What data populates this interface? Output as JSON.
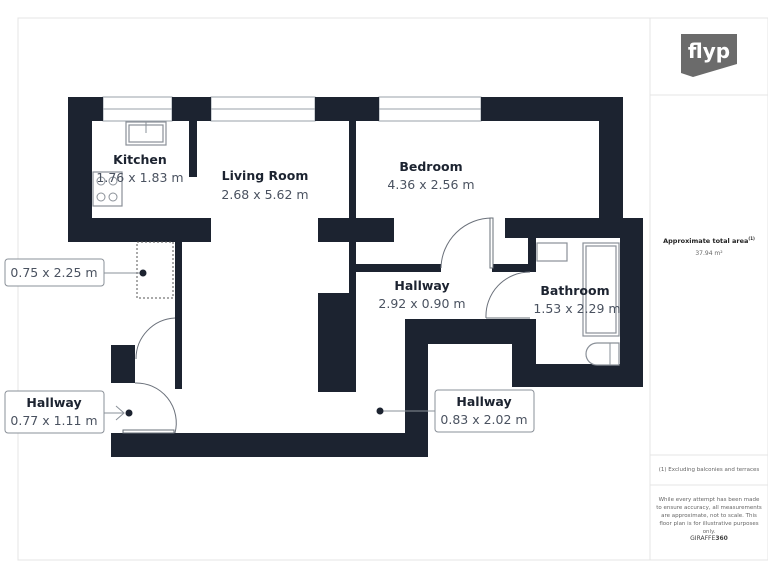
{
  "rooms": {
    "kitchen": {
      "name": "Kitchen",
      "dims": "1.76 x 1.83 m"
    },
    "living_room": {
      "name": "Living Room",
      "dims": "2.68 x 5.62 m"
    },
    "bedroom": {
      "name": "Bedroom",
      "dims": "4.36 x 2.56 m"
    },
    "hallway_main": {
      "name": "Hallway",
      "dims": "2.92 x 0.90 m"
    },
    "bathroom": {
      "name": "Bathroom",
      "dims": "1.53 x 2.29 m"
    }
  },
  "callouts": {
    "cupboard": {
      "dims": "0.75 x 2.25 m"
    },
    "hallway_entry": {
      "name": "Hallway",
      "dims": "0.77 x 1.11 m"
    },
    "hallway_side": {
      "name": "Hallway",
      "dims": "0.83 x 2.02 m"
    }
  },
  "side_panel": {
    "logo_text": "flyp",
    "area_label": "Approximate total area",
    "area_footnote_mark": "(1)",
    "area_value": "37.94 m²",
    "footnote": "(1) Excluding balconies and terraces",
    "disclaimer": "While every attempt has been made to ensure accuracy, all measurements are approximate, not to scale. This floor plan is for illustrative purposes only.",
    "credit_a": "GIRAFFE",
    "credit_b": "360"
  },
  "colors": {
    "wall": "#1c2330",
    "logo": "#6b6b6b"
  }
}
